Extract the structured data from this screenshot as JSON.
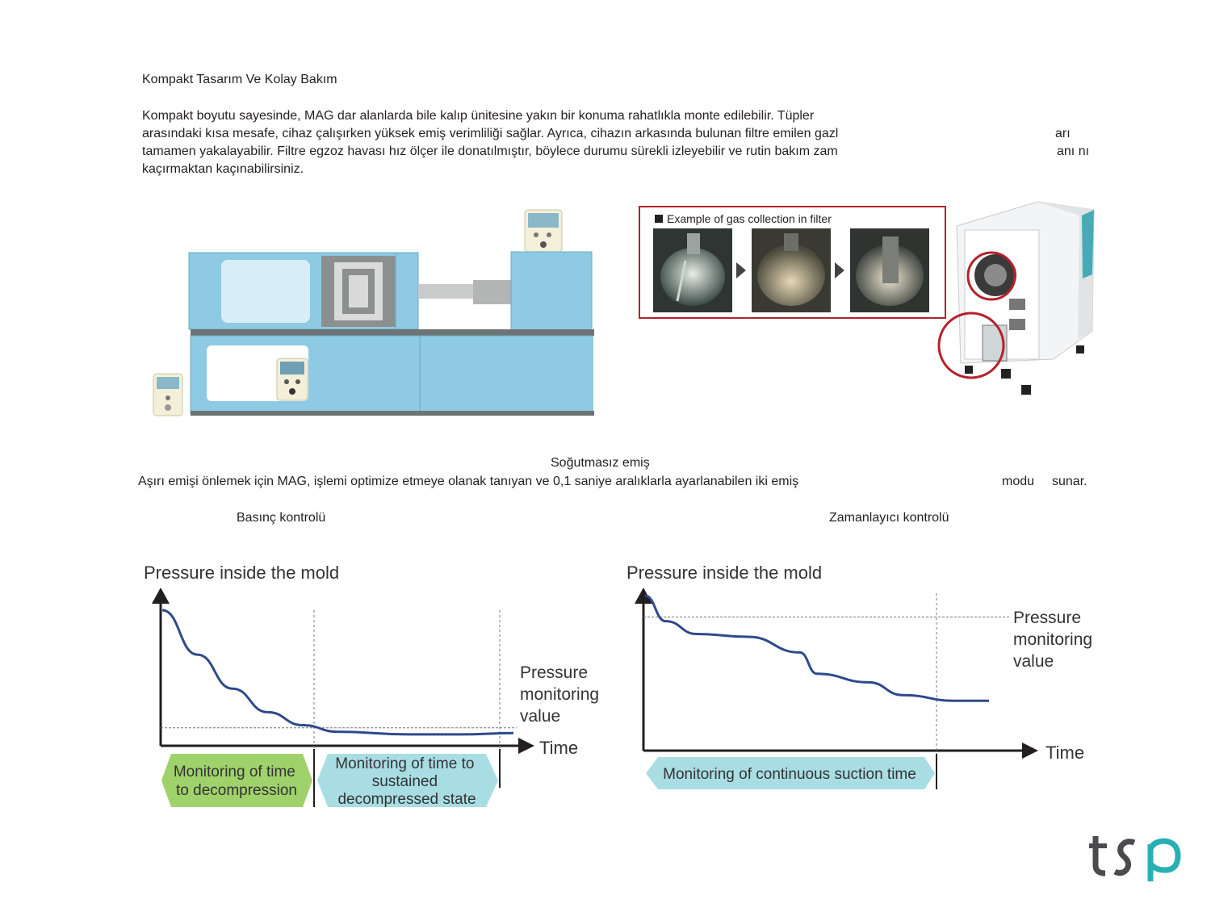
{
  "section1": {
    "title": "Kompakt Tasarım Ve Kolay Bakım",
    "lines": [
      {
        "main": "Kompakt boyutu sayesinde, MAG dar alanlarda bile kalıp ünitesine yakın bir konuma rahatlıkla monte edilebilir. Tüpler",
        "tail": ""
      },
      {
        "main": "arasındaki kısa mesafe, cihaz çalışırken yüksek emiş verimliliği sağlar. Ayrıca, cihazın arkasında bulunan filtre emilen gazl",
        "tail": "arı"
      },
      {
        "main": "tamamen yakalayabilir. Filtre egzoz havası hız ölçer ile donatılmıştır, böylece durumu sürekli izleyebilir ve rutin bakım zam",
        "tail": "anı nı"
      },
      {
        "main": "kaçırmaktan kaçınabilirsiniz.",
        "tail": ""
      }
    ]
  },
  "illustration": {
    "filter_box_title": "Example of gas collection in filter"
  },
  "section2": {
    "title": "Soğutmasız emiş",
    "line_main": "Aşırı emişi önlemek için MAG, işlemi optimize etmeye olanak tanıyan ve 0,1 saniye aralıklarla ayarlanabilen iki emiş",
    "line_tail1": "modu",
    "line_tail2": "sunar."
  },
  "captions": {
    "left": "Basınç kontrolü",
    "right": "Zamanlayıcı kontrolü"
  },
  "chart_data": [
    {
      "type": "line",
      "title": "Pressure inside the mold",
      "xlabel": "Time",
      "ylabel": "Pressure inside the mold",
      "threshold_label": [
        "Pressure",
        "monitoring",
        "value"
      ],
      "series": [
        {
          "values": [
            1.0,
            0.66,
            0.4,
            0.22,
            0.12,
            0.07,
            0.05,
            0.05,
            0.06
          ]
        }
      ],
      "x": [
        0,
        0.1,
        0.2,
        0.3,
        0.4,
        0.5,
        0.7,
        0.85,
        1.0
      ],
      "threshold": 0.1,
      "phases": [
        {
          "lines": [
            "Monitoring of time",
            "to decompression"
          ],
          "color": "#9fd26a"
        },
        {
          "lines": [
            "Monitoring of time to",
            "sustained",
            "decompressed state"
          ],
          "color": "#a9dde4"
        }
      ]
    },
    {
      "type": "line",
      "title": "Pressure inside the mold",
      "xlabel": "Time",
      "ylabel": "Pressure inside the mold",
      "threshold_label": [
        "Pressure",
        "monitoring",
        "value"
      ],
      "series": [
        {
          "values": [
            1.0,
            0.82,
            0.73,
            0.71,
            0.6,
            0.45,
            0.39,
            0.3,
            0.26,
            0.26
          ]
        }
      ],
      "x": [
        0,
        0.06,
        0.15,
        0.3,
        0.45,
        0.5,
        0.65,
        0.75,
        0.9,
        1.0
      ],
      "threshold": 0.85,
      "phases": [
        {
          "lines": [
            "Monitoring of continuous suction time"
          ],
          "color": "#a9dde4"
        }
      ]
    }
  ],
  "logo": {
    "text": "tsp",
    "color_dark": "#4a4a4f",
    "color_accent": "#27b0b4"
  }
}
